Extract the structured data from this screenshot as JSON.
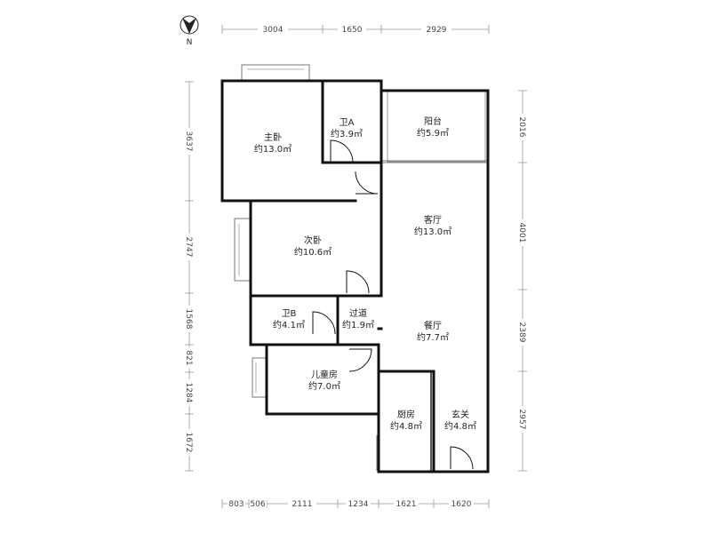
{
  "compass": {
    "label": "N"
  },
  "rooms": {
    "master_bedroom": {
      "name": "主卧",
      "area": "约13.0㎡"
    },
    "bath_a": {
      "name": "卫A",
      "area": "约3.9㎡"
    },
    "balcony": {
      "name": "阳台",
      "area": "约5.9㎡"
    },
    "second_bedroom": {
      "name": "次卧",
      "area": "约10.6㎡"
    },
    "living_room": {
      "name": "客厅",
      "area": "约13.0㎡"
    },
    "bath_b": {
      "name": "卫B",
      "area": "约4.1㎡"
    },
    "corridor": {
      "name": "过道",
      "area": "约1.9㎡"
    },
    "dining_room": {
      "name": "餐厅",
      "area": "约7.7㎡"
    },
    "kids_room": {
      "name": "儿童房",
      "area": "约7.0㎡"
    },
    "kitchen": {
      "name": "厨房",
      "area": "约4.8㎡"
    },
    "entrance": {
      "name": "玄关",
      "area": "约4.8㎡"
    }
  },
  "dimensions": {
    "top": [
      "3004",
      "1650",
      "2929"
    ],
    "bottom": [
      "803",
      "506",
      "2111",
      "1234",
      "1621",
      "1620"
    ],
    "left": [
      "3637",
      "2747",
      "1568",
      "821",
      "1284",
      "1672"
    ],
    "right": [
      "2016",
      "4001",
      "2389",
      "2957"
    ]
  }
}
